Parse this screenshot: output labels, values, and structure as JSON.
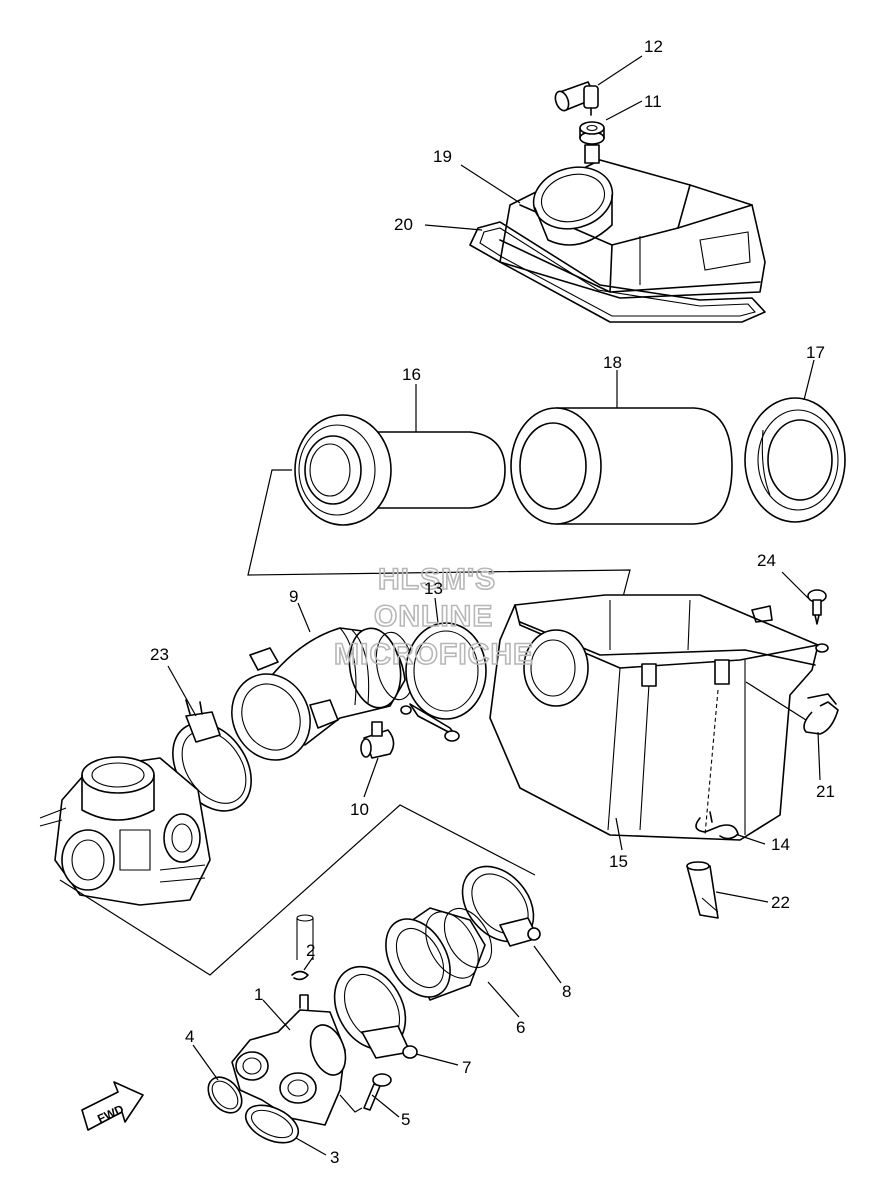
{
  "watermark": {
    "line1": "HLSM'S",
    "line2": "ONLINE",
    "line3": "MICROFICHE"
  },
  "direction_arrow": {
    "label": "FWD"
  },
  "callouts": {
    "c1": "1",
    "c2": "2",
    "c3": "3",
    "c4": "4",
    "c5": "5",
    "c6": "6",
    "c7": "7",
    "c8": "8",
    "c9": "9",
    "c10": "10",
    "c11": "11",
    "c12": "12",
    "c13": "13",
    "c14": "14",
    "c15": "15",
    "c16": "16",
    "c17": "17",
    "c18": "18",
    "c19": "19",
    "c20": "20",
    "c21": "21",
    "c22": "22",
    "c23": "23",
    "c24": "24"
  }
}
